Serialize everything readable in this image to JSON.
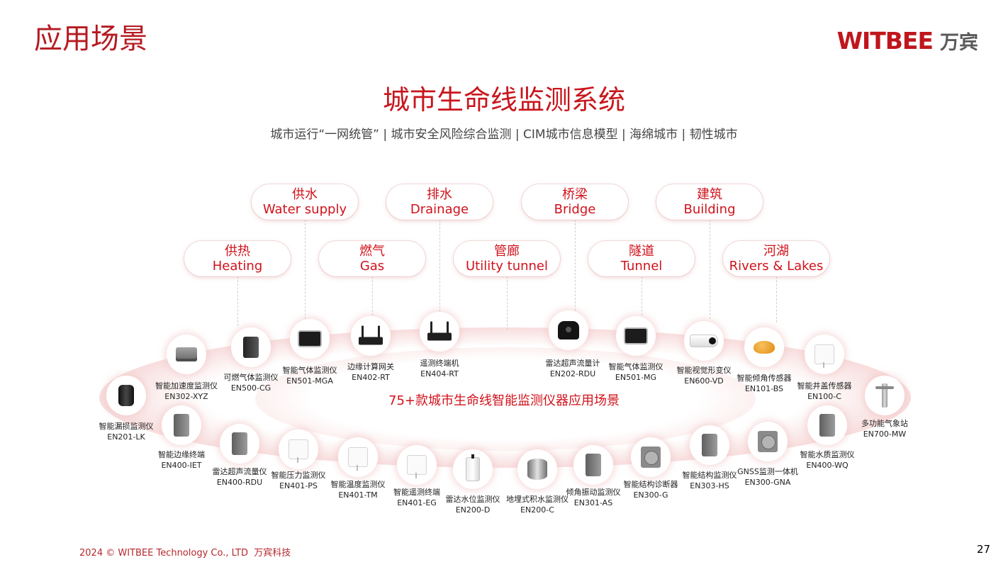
{
  "header": {
    "title": "应用场景",
    "logo_en": "WITBEE",
    "logo_cn": "万宾"
  },
  "main": {
    "title": "城市生命线监测系统",
    "subtitle": "城市运行“一网统管” | 城市安全风险综合监测 | CIM城市信息模型 | 海绵城市 | 韧性城市",
    "center_label": "75+款城市生命线智能监测仪器应用场景"
  },
  "scenarios": [
    {
      "cn": "供水",
      "en": "Water supply"
    },
    {
      "cn": "排水",
      "en": "Drainage"
    },
    {
      "cn": "桥梁",
      "en": "Bridge"
    },
    {
      "cn": "建筑",
      "en": "Building"
    },
    {
      "cn": "供热",
      "en": "Heating"
    },
    {
      "cn": "燃气",
      "en": "Gas"
    },
    {
      "cn": "管廊",
      "en": "Utility tunnel"
    },
    {
      "cn": "隧道",
      "en": "Tunnel"
    },
    {
      "cn": "河湖",
      "en": "Rivers & Lakes"
    }
  ],
  "devices": [
    {
      "name": "智能加速度监测仪",
      "model": "EN302-XYZ",
      "icon": "accelerometer-icon"
    },
    {
      "name": "可燃气体监测仪",
      "model": "EN500-CG",
      "icon": "gas-detector-icon"
    },
    {
      "name": "智能气体监测仪",
      "model": "EN501-MGA",
      "icon": "gas-monitor-icon"
    },
    {
      "name": "边缘计算网关",
      "model": "EN402-RT",
      "icon": "gateway-router-icon"
    },
    {
      "name": "遥测终端机",
      "model": "EN404-RT",
      "icon": "telemetry-router-icon"
    },
    {
      "name": "雷达超声流量计",
      "model": "EN202-RDU",
      "icon": "radar-flowmeter-icon"
    },
    {
      "name": "智能气体监测仪",
      "model": "EN501-MG",
      "icon": "gas-monitor-icon"
    },
    {
      "name": "智能视觉形变仪",
      "model": "EN600-VD",
      "icon": "camera-icon"
    },
    {
      "name": "智能倾角传感器",
      "model": "EN101-BS",
      "icon": "tilt-sensor-icon"
    },
    {
      "name": "智能井盖传感器",
      "model": "EN100-C",
      "icon": "manhole-sensor-icon"
    },
    {
      "name": "智能漏损监测仪",
      "model": "EN201-LK",
      "icon": "leak-detector-icon"
    },
    {
      "name": "多功能气象站",
      "model": "EN700-MW",
      "icon": "weather-station-icon"
    },
    {
      "name": "智能边缘终端",
      "model": "EN400-IET",
      "icon": "edge-terminal-icon"
    },
    {
      "name": "雷达超声流量仪",
      "model": "EN400-RDU",
      "icon": "radar-flow-unit-icon"
    },
    {
      "name": "智能压力监测仪",
      "model": "EN401-PS",
      "icon": "pressure-sensor-icon"
    },
    {
      "name": "智能温度监测仪",
      "model": "EN401-TM",
      "icon": "temperature-sensor-icon"
    },
    {
      "name": "智能遥测终端",
      "model": "EN401-EG",
      "icon": "telemetry-terminal-icon"
    },
    {
      "name": "雷达水位监测仪",
      "model": "EN200-D",
      "icon": "radar-level-icon"
    },
    {
      "name": "地埋式积水监测仪",
      "model": "EN200-C",
      "icon": "waterlogging-sensor-icon"
    },
    {
      "name": "倾角振动监测仪",
      "model": "EN301-AS",
      "icon": "vibration-sensor-icon"
    },
    {
      "name": "智能结构诊断器",
      "model": "EN300-G",
      "icon": "structure-diagnostic-icon"
    },
    {
      "name": "智能结构监测仪",
      "model": "EN303-HS",
      "icon": "structure-monitor-icon"
    },
    {
      "name": "GNSS监测一体机",
      "model": "EN300-GNA",
      "icon": "gnss-receiver-icon"
    },
    {
      "name": "智能水质监测仪",
      "model": "EN400-WQ",
      "icon": "water-quality-icon"
    }
  ],
  "colors": {
    "brand_red": "#c8161d",
    "text_gray": "#444444"
  },
  "footer": {
    "copyright": "2024 © WITBEE Technology Co., LTD  万宾科技",
    "page_number": "27"
  }
}
